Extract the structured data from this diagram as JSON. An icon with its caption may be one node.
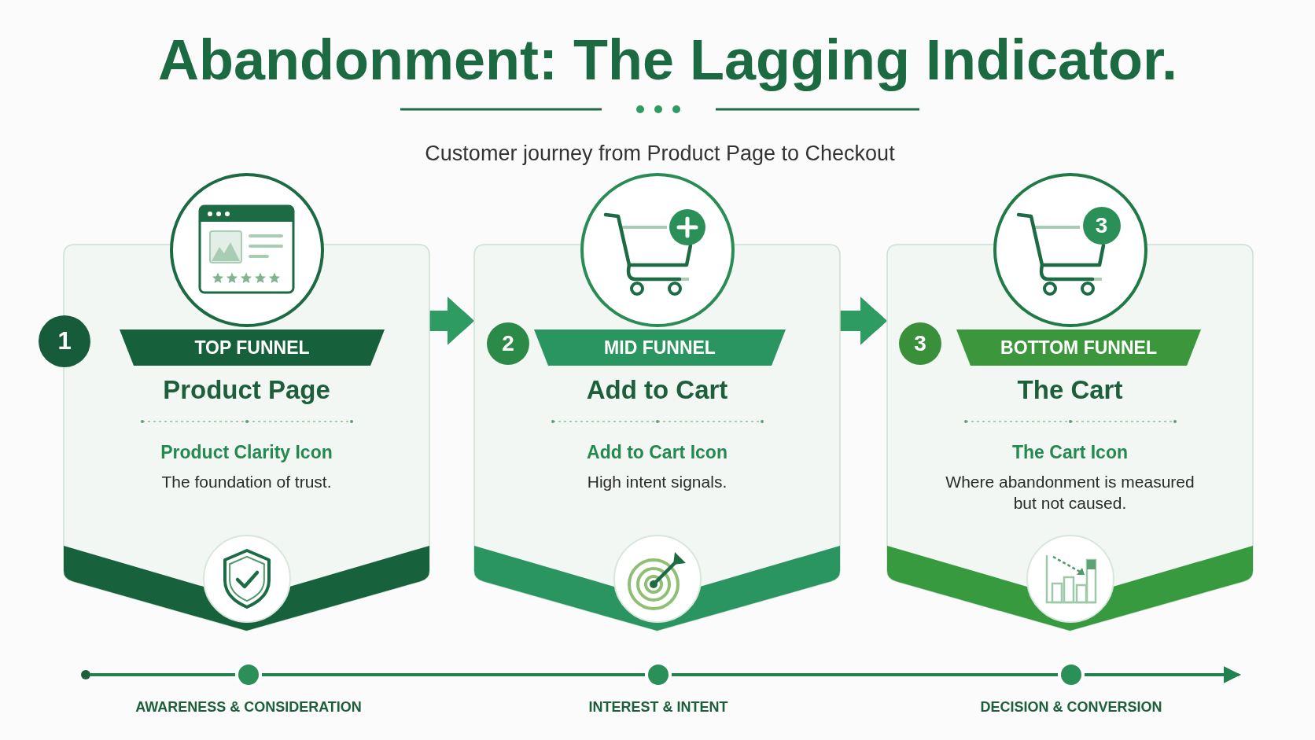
{
  "diagram": {
    "title": "Abandonment: The Lagging Indicator.",
    "nodes": [
      {
        "text": [
          "Product Page",
          "Product Clarity Icon",
          "The foundation of trust."
        ]
      },
      {
        "text": [
          "1"
        ]
      },
      {
        "text": [
          "TOP FUNNEL"
        ],
        "in": 0
      },
      {
        "text": [
          "Add to Cart",
          "Add to Cart Icon",
          "High intent signals."
        ]
      },
      {
        "text": [
          "2"
        ],
        "in": 3
      },
      {
        "text": [
          "MID FUNNEL"
        ],
        "in": 3
      },
      {
        "text": [
          "The Cart",
          "The Cart Icon",
          "Where abandonment is measured but not caused."
        ]
      },
      {
        "text": [
          "3"
        ],
        "in": 6
      },
      {
        "text": [
          "BOTTOM FUNNEL"
        ],
        "in": 6
      },
      {
        "text": [],
        "shape": "circle"
      },
      {
        "text": [],
        "shape": "circle",
        "beside": [
          "AWARENESS & CONSIDERATION"
        ]
      },
      {
        "text": [],
        "shape": "circle",
        "beside": [
          "INTEREST & INTENT"
        ]
      },
      {
        "text": [],
        "shape": "circle",
        "beside": [
          "DECISION & CONVERSION"
        ]
      }
    ],
    "edges": [
      {
        "from": 0,
        "to": 3,
        "arrow": "to",
        "style": "thick"
      },
      {
        "from": 3,
        "to": 6,
        "arrow": "to",
        "style": "thick"
      },
      {
        "from": 9,
        "to": 10,
        "arrow": "none"
      },
      {
        "from": 10,
        "to": 11,
        "arrow": "none"
      },
      {
        "from": 11,
        "to": 12,
        "arrow": "none"
      },
      {
        "from": 12,
        "to": null,
        "arrow": "to"
      }
    ],
    "labels": [
      "Customer journey from Product Page to Checkout",
      "3"
    ]
  }
}
